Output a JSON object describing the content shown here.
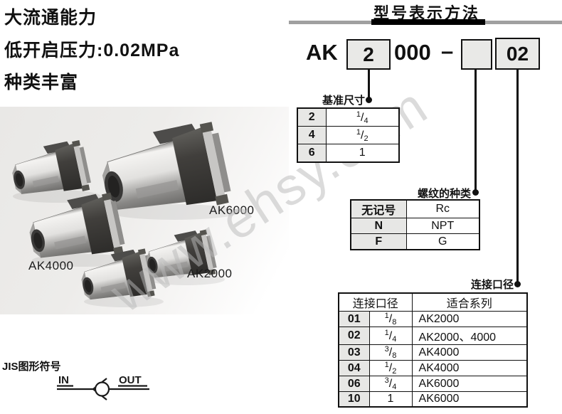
{
  "features": {
    "line1": "大流通能力",
    "line2": "低开启压力:0.02MPa",
    "line3": "种类丰富"
  },
  "photo": {
    "labels": [
      {
        "text": "AK6000"
      },
      {
        "text": "AK4000"
      },
      {
        "text": "AK2000"
      }
    ]
  },
  "watermark": "www.ehsy.com",
  "model_section": {
    "title": "型号表示方法",
    "prefix": "AK",
    "size_code": "2",
    "body": "000",
    "dash": "–",
    "thread_code": "",
    "port_code": "02"
  },
  "size_table": {
    "title": "基准尺寸",
    "rows": [
      {
        "code": "2",
        "value": "1/4"
      },
      {
        "code": "4",
        "value": "1/2"
      },
      {
        "code": "6",
        "value": "1"
      }
    ]
  },
  "thread_table": {
    "title": "螺纹的种类",
    "rows": [
      {
        "code": "无记号",
        "value": "Rc"
      },
      {
        "code": "N",
        "value": "NPT"
      },
      {
        "code": "F",
        "value": "G"
      }
    ]
  },
  "port_table": {
    "title": "连接口径",
    "header": {
      "col1": "连接口径",
      "col2": "适合系列"
    },
    "rows": [
      {
        "code": "01",
        "size": "1/8",
        "series": "AK2000"
      },
      {
        "code": "02",
        "size": "1/4",
        "series": "AK2000、4000"
      },
      {
        "code": "03",
        "size": "3/8",
        "series": "AK4000"
      },
      {
        "code": "04",
        "size": "1/2",
        "series": "AK4000"
      },
      {
        "code": "06",
        "size": "3/4",
        "series": "AK6000"
      },
      {
        "code": "10",
        "size": "1",
        "series": "AK6000"
      }
    ]
  },
  "jis": {
    "label": "JIS图形符号",
    "in": "IN",
    "out": "OUT"
  }
}
